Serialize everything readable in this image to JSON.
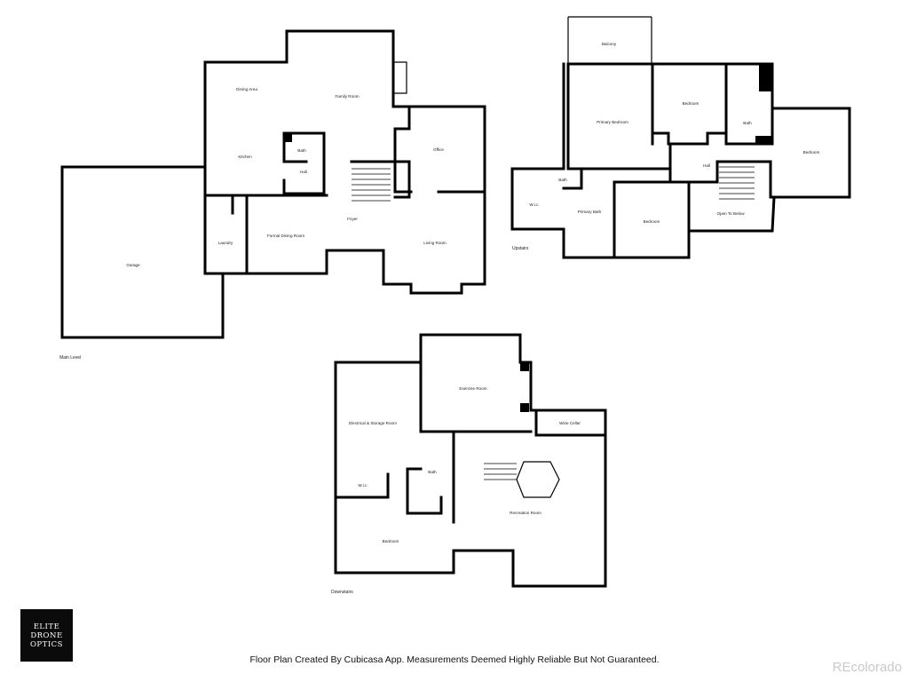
{
  "levels": {
    "main": "Main Level",
    "upstairs": "Upstairs",
    "downstairs": "Downstairs"
  },
  "rooms": {
    "garage": "Garage",
    "dining_area": "Dining Area",
    "family_room": "Family Room",
    "kitchen": "Kitchen",
    "main_bath": "Bath",
    "main_hall": "Hall",
    "office": "Office",
    "laundry": "Laundry",
    "formal_dining": "Formal Dining Room",
    "foyer": "Foyer",
    "living_room": "Living Room",
    "balcony": "Balcony",
    "primary_bedroom": "Primary Bedroom",
    "up_bedroom_1": "Bedroom",
    "up_bath_1": "Bath",
    "up_bedroom_2": "Bedroom",
    "up_hall": "Hall",
    "wic_up": "W.i.c.",
    "up_bath_2": "Bath",
    "primary_bath": "Primary Bath",
    "up_bedroom_3": "Bedroom",
    "open_to_below": "Open To Below",
    "exercise_room": "Exercise Room",
    "electrical_storage": "Electrical & Storage Room",
    "wine_cellar": "Wine Cellar",
    "down_bath": "Bath",
    "wic_down": "W.i.c.",
    "recreation_room": "Recreation Room",
    "down_bedroom": "Bedroom"
  },
  "logo": {
    "line1": "ELITE",
    "line2": "DRONE",
    "line3": "OPTICS"
  },
  "caption": "Floor Plan Created By Cubicasa App. Measurements Deemed Highly Reliable But Not Guaranteed.",
  "watermark": "REcolorado"
}
